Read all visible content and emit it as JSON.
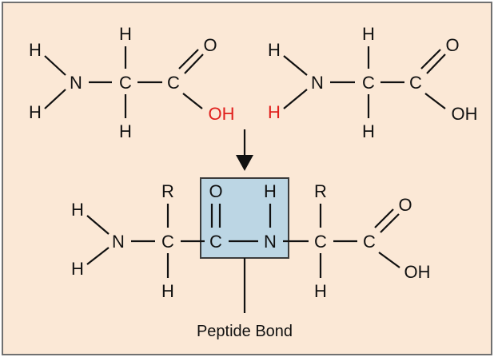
{
  "colors": {
    "background": "#fbe8d6",
    "border": "#707070",
    "highlight_fill": "#bcd6e4",
    "highlight_stroke": "#3c3c3c",
    "lost_atoms": "#e0201d"
  },
  "labels": {
    "h": "H",
    "n": "N",
    "c": "C",
    "o": "O",
    "oh": "OH",
    "r": "R",
    "caption": "Peptide Bond"
  }
}
